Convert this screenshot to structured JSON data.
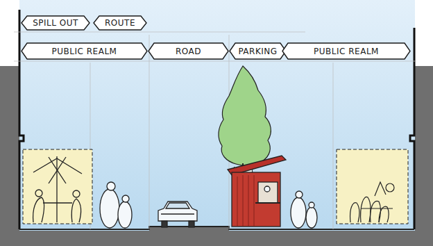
{
  "diagram": {
    "nodes": [
      {
        "text": [
          "SPILL OUT"
        ]
      },
      {
        "text": [
          "ROUTE"
        ]
      },
      {
        "text": [
          "PUBLIC REALM"
        ]
      },
      {
        "text": [
          "ROAD"
        ]
      },
      {
        "text": [
          "PARKING"
        ]
      },
      {
        "text": [
          "PUBLIC REALM"
        ]
      }
    ]
  }
}
